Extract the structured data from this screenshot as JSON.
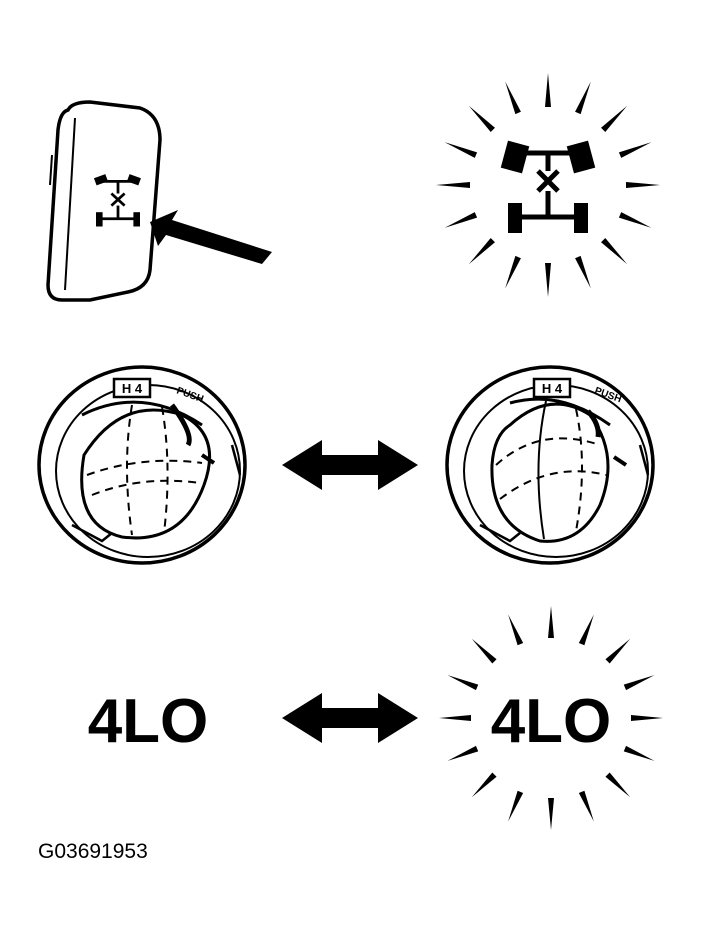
{
  "figure_id": "G03691953",
  "indicator_label": "4LO",
  "knob_labels": {
    "position": "H 4",
    "push": "PUSH"
  },
  "colors": {
    "ink": "#000000",
    "paper": "#ffffff"
  },
  "icons": [
    "four-wheel-drive-icon",
    "arrow-icon",
    "double-arrow-icon",
    "transfer-knob-icon",
    "flash-rays-icon"
  ]
}
